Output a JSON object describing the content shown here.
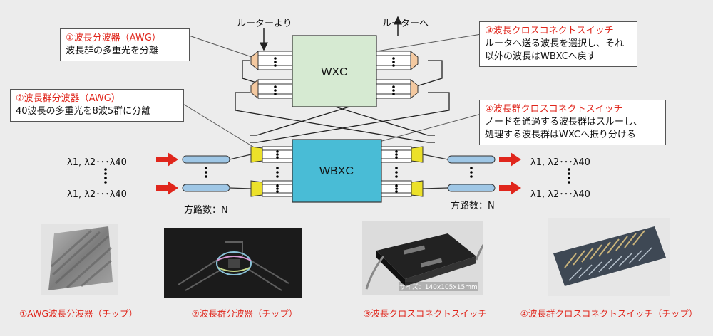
{
  "colors": {
    "red": "#e0261c",
    "wxc_fill": "#d6ead2",
    "wbxc_fill": "#49bcd6",
    "awg_orange": "#f4c9a0",
    "awg_yellow": "#ece12a",
    "fiber_blue": "#9fc7e6"
  },
  "top_labels": {
    "from_router": "ルーターより",
    "to_router": "ルーターへ"
  },
  "blocks": {
    "wxc": "WXC",
    "wbxc": "WBXC"
  },
  "callouts": {
    "c1": {
      "title": "①波長分波器（AWG）",
      "lines": [
        "波長群の多重光を分離"
      ]
    },
    "c2": {
      "title": "②波長群分波器（AWG）",
      "lines": [
        "40波長の多重光を8波5群に分離"
      ]
    },
    "c3": {
      "title": "③波長クロスコネクトスイッチ",
      "lines": [
        "ルータへ送る波長を選択し、それ",
        "以外の波長はWBXCへ戻す"
      ]
    },
    "c4": {
      "title": "④波長群クロスコネクトスイッチ",
      "lines": [
        "ノードを通過する波長群はスルーし、",
        "処理する波長群はWXCへ振り分ける"
      ]
    }
  },
  "wavelengths": {
    "left_top": "λ1, λ2･･･λ40",
    "left_bottom": "λ1, λ2･･･λ40",
    "right_top": "λ1, λ2･･･λ40",
    "right_bottom": "λ1, λ2･･･λ40"
  },
  "ports": {
    "left": "方路数：N",
    "right": "方路数：N"
  },
  "photo_size_label": "サイズ：140x105x15mm",
  "captions": [
    "①AWG波長分波器（チップ）",
    "②波長群分波器（チップ）",
    "③波長クロスコネクトスイッチ",
    "④波長群クロスコネクトスイッチ（チップ）"
  ]
}
